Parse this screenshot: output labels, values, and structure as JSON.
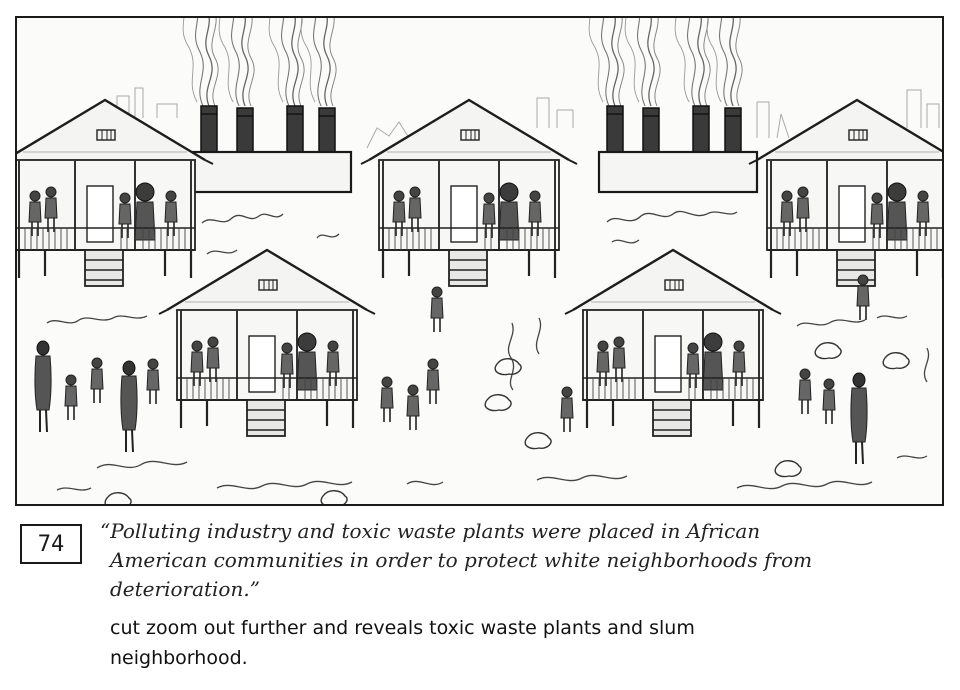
{
  "frame": {
    "number": "74"
  },
  "caption": {
    "quote_lines": [
      "“Polluting industry and toxic waste plants were placed in African",
      "American communities in order to protect white neighborhoods from",
      "deterioration.”"
    ],
    "direction_lines": [
      "cut zoom out further and reveals toxic waste plants and slum",
      "neighborhood."
    ]
  },
  "sketch": {
    "style": "pencil storyboard sketch",
    "ink_color": "#2a2a2a",
    "smoke_color": "#5a5a5a"
  }
}
